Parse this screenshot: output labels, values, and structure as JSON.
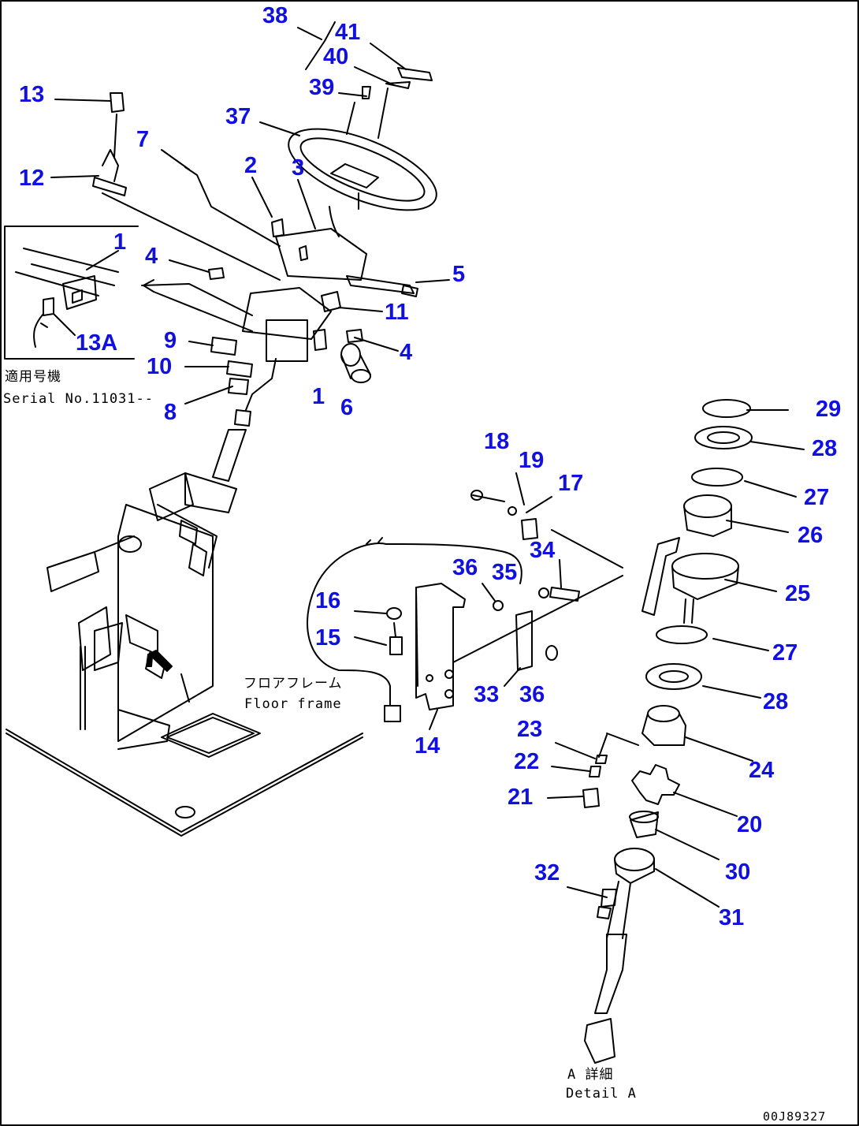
{
  "diagram": {
    "drawing_code": "00J89327",
    "inset_note": {
      "japanese": "適用号機",
      "english": "Serial No.11031--"
    },
    "floor_frame_label": {
      "japanese": "フロアフレーム",
      "english": "Floor frame"
    },
    "detail_label": {
      "japanese": "A 詳細",
      "english": "Detail A"
    },
    "colors": {
      "callout": "#1010e0",
      "line": "#000000",
      "background": "#ffffff"
    },
    "callouts": [
      "38",
      "41",
      "40",
      "39",
      "37",
      "13",
      "12",
      "7",
      "2",
      "3",
      "1",
      "4",
      "5",
      "11",
      "13A",
      "9",
      "10",
      "4",
      "1",
      "6",
      "8",
      "29",
      "28",
      "27",
      "26",
      "18",
      "19",
      "17",
      "34",
      "36",
      "35",
      "25",
      "16",
      "15",
      "27",
      "28",
      "33",
      "36",
      "14",
      "23",
      "24",
      "22",
      "20",
      "21",
      "30",
      "32",
      "31"
    ]
  }
}
